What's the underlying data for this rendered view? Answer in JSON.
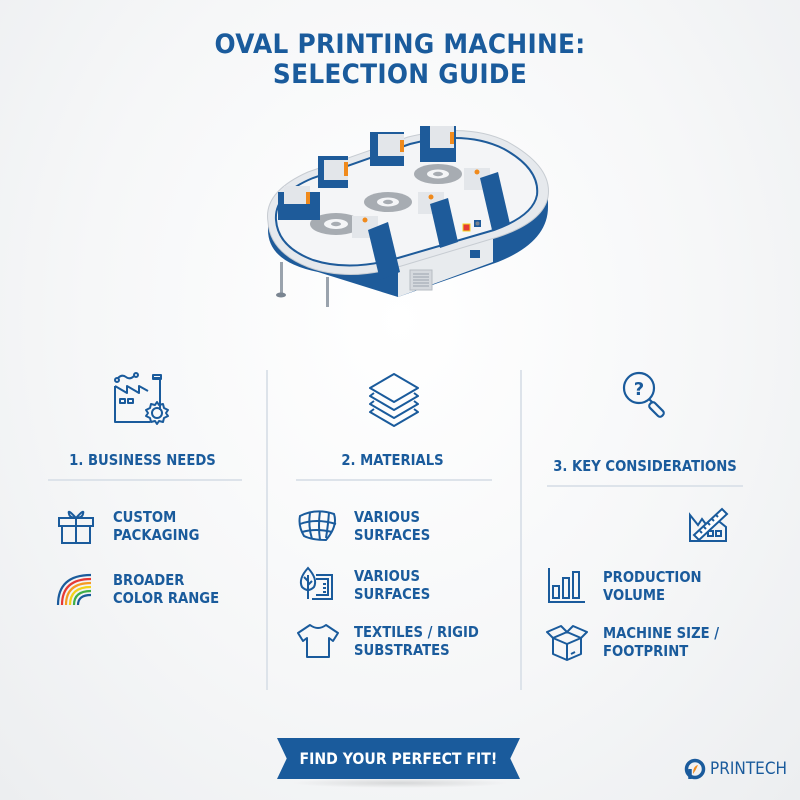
{
  "header": {
    "title_line1": "OVAL PRINTING MACHINE:",
    "title_line2": "SELECTION GUIDE"
  },
  "hero": {
    "illustration": "oval-carousel-printing-machine",
    "colors": {
      "frame_blue": "#1e5b9a",
      "body_gray": "#e3e6ea",
      "accent_orange": "#f08a1c"
    }
  },
  "columns": [
    {
      "heading": "1. BUSINESS NEEDS",
      "icon": "factory-gear-icon",
      "items": [
        {
          "label_line1": "CUSTOM",
          "label_line2": "PACKAGING",
          "icon": "gift-icon"
        },
        {
          "label_line1": "BROADER",
          "label_line2": "COLOR RANGE",
          "icon": "rainbow-icon"
        }
      ]
    },
    {
      "heading": "2. MATERIALS",
      "icon": "layers-stack-icon",
      "items": [
        {
          "label_line1": "VARIOUS",
          "label_line2": "SURFACES",
          "icon": "curved-grid-surface-icon"
        },
        {
          "label_line1": "VARIOUS",
          "label_line2": "SURFACES",
          "icon": "leaf-panel-icon"
        },
        {
          "label_line1": "TEXTILES / RIGID",
          "label_line2": "SUBSTRATES",
          "icon": "tshirt-icon"
        }
      ]
    },
    {
      "heading": "3. KEY CONSIDERATIONS",
      "icon": "magnifier-question-icon",
      "items": [
        {
          "label_line1": "",
          "label_line2": "",
          "icon": "factory-ruler-icon"
        },
        {
          "label_line1": "PRODUCTION",
          "label_line2": "VOLUME",
          "icon": "bar-chart-icon"
        },
        {
          "label_line1": "MACHINE SIZE /",
          "label_line2": "FOOTPRINT",
          "icon": "open-box-icon"
        }
      ]
    }
  ],
  "cta": {
    "label": "FIND YOUR PERFECT FIT!",
    "color": "#1a5b9c"
  },
  "brand": {
    "name": "PRINTECH",
    "logo_colors": [
      "#1a5b9c",
      "#f08a1c"
    ]
  },
  "rainbow_colors": [
    "#1a5b9c",
    "#e53935",
    "#f59a23",
    "#f2d21b",
    "#3fae49",
    "#1a5b9c"
  ]
}
